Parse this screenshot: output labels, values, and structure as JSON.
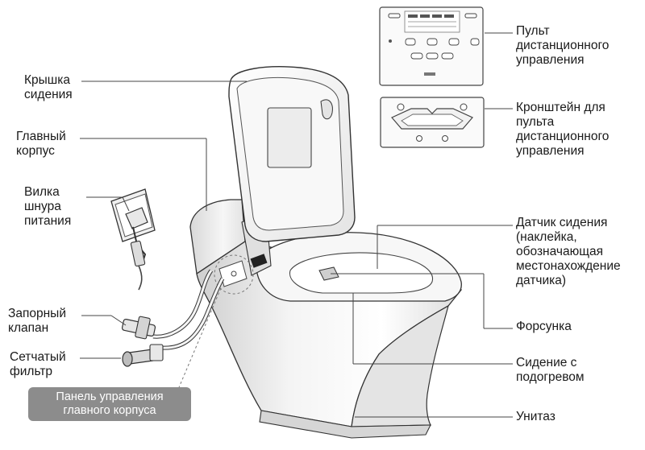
{
  "labels": {
    "seat_lid": "Крышка\nсидения",
    "main_body": "Главный\nкорпус",
    "power_plug": "Вилка\nшнура\nпитания",
    "shutoff_valve": "Запорный\nклапан",
    "mesh_filter": "Сетчатый\nфильтр",
    "remote_control": "Пульт\nдистанционного\nуправления",
    "remote_bracket": "Кронштейн для\nпульта\nдистанционного\nуправления",
    "seat_sensor": "Датчик сидения\n(наклейка,\nобозначающая\nместонахождение\nдатчика)",
    "nozzle": "Форсунка",
    "heated_seat": "Сидение с\nподогревом",
    "bowl": "Унитаз"
  },
  "panel_badge": {
    "line1": "Панель управления",
    "line2": "главного корпуса"
  },
  "colors": {
    "line": "#444444",
    "badge": "#8c8c8c",
    "drawing_stroke": "#333333",
    "shade": "#e6e6e6"
  }
}
